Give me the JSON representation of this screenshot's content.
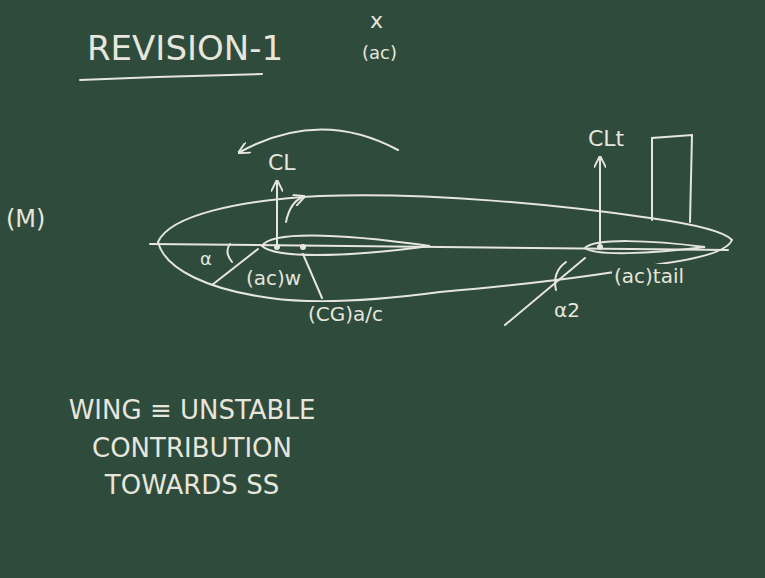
{
  "diagram": {
    "title": "REVISION-1",
    "labels": [
      "x",
      "(ac)",
      "(M)",
      "CL",
      "(ac)w",
      "α",
      "(CG)a/c",
      "CLt",
      "α2",
      "(ac)tail",
      "WING ≡ UNSTABLE CONTRIBUTION TOWARDS SS"
    ]
  }
}
